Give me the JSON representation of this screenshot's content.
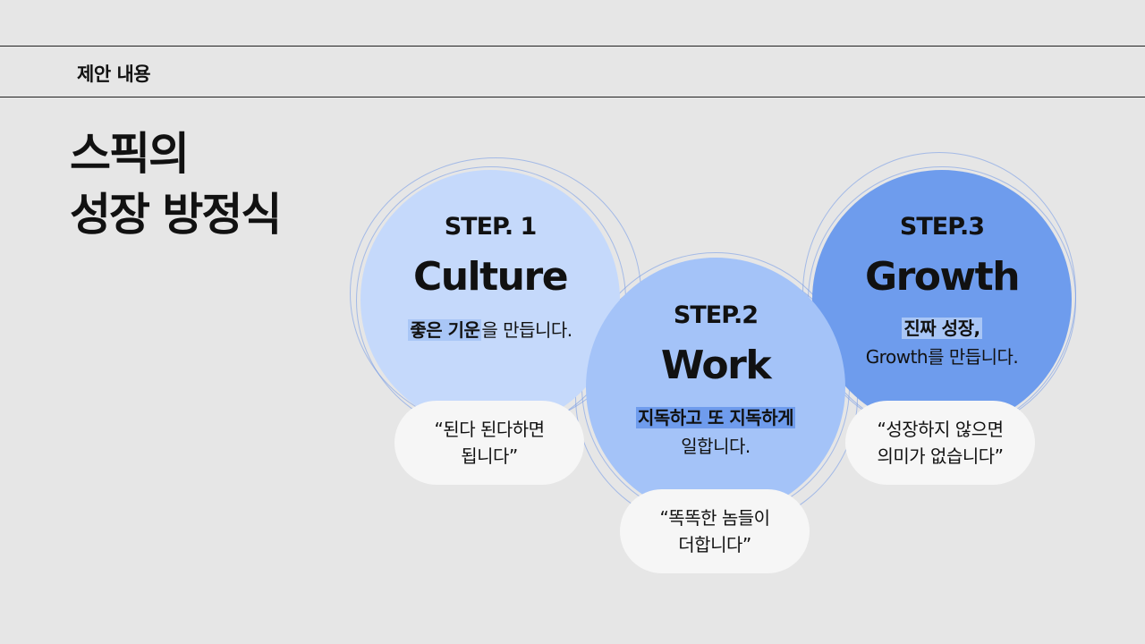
{
  "header": {
    "section_label": "제안 내용"
  },
  "title": {
    "line1": "스픽의",
    "line2": "성장 방정식"
  },
  "steps": [
    {
      "step": "STEP. 1",
      "name": "Culture",
      "desc_highlight": "좋은 기운",
      "desc_rest": "을 만듭니다.",
      "quote_line1": "“된다 된다하면",
      "quote_line2": "됩니다”"
    },
    {
      "step": "STEP.2",
      "name": "Work",
      "desc_highlight": "지독하고 또 지독하게",
      "desc_rest": "일합니다.",
      "quote_line1": "“똑똑한 놈들이",
      "quote_line2": "더합니다”"
    },
    {
      "step": "STEP.3",
      "name": "Growth",
      "desc_highlight": "진짜 성장,",
      "desc_rest": "Growth를 만듭니다.",
      "quote_line1": "“성장하지 않으면",
      "quote_line2": "의미가 없습니다”"
    }
  ],
  "colors": {
    "background": "#e6e6e6",
    "circle1": "#c5d9fb",
    "circle2": "#a4c3f8",
    "circle3": "#6e9ced",
    "pill": "#f6f6f6"
  }
}
